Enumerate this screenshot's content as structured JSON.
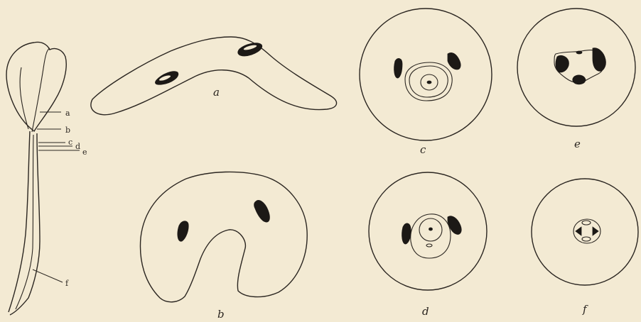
{
  "plate": {
    "seedling_level_labels": [
      "a",
      "b",
      "c",
      "d",
      "e",
      "f"
    ],
    "section_labels": {
      "a": "a",
      "b": "b",
      "c": "c",
      "d": "d",
      "e": "e",
      "f": "f"
    }
  },
  "colors": {
    "paper": "#f3ead3",
    "ink": "#2a2520"
  }
}
